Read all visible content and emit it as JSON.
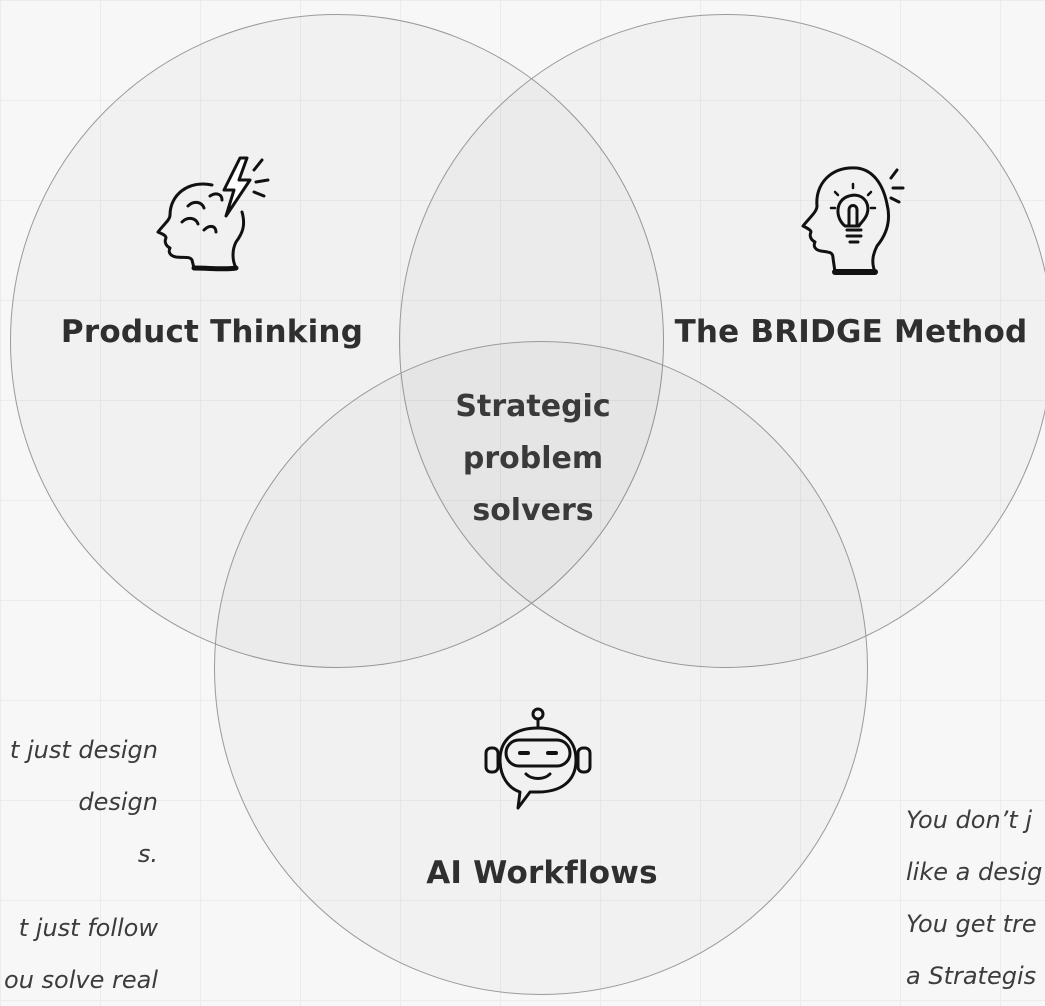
{
  "diagram": {
    "circles": [
      {
        "id": "left",
        "label": "Product Thinking",
        "icon": "brain-lightning-icon"
      },
      {
        "id": "right",
        "label": "The BRIDGE Method",
        "icon": "head-lightbulb-icon"
      },
      {
        "id": "bottom",
        "label": "AI Workflows",
        "icon": "robot-chat-icon"
      }
    ],
    "center": [
      "Strategic",
      "problem",
      "solvers"
    ]
  },
  "side_text": {
    "left": [
      "t just design",
      "design",
      "s.",
      "t just follow",
      "ou solve real"
    ],
    "right": [
      "You don’t j",
      "like a desig",
      "You get tre",
      "a Strategis"
    ]
  },
  "colors": {
    "circle_stroke": "#9a9a9a",
    "text": "#2f2f2f",
    "grid": "#ececec"
  }
}
